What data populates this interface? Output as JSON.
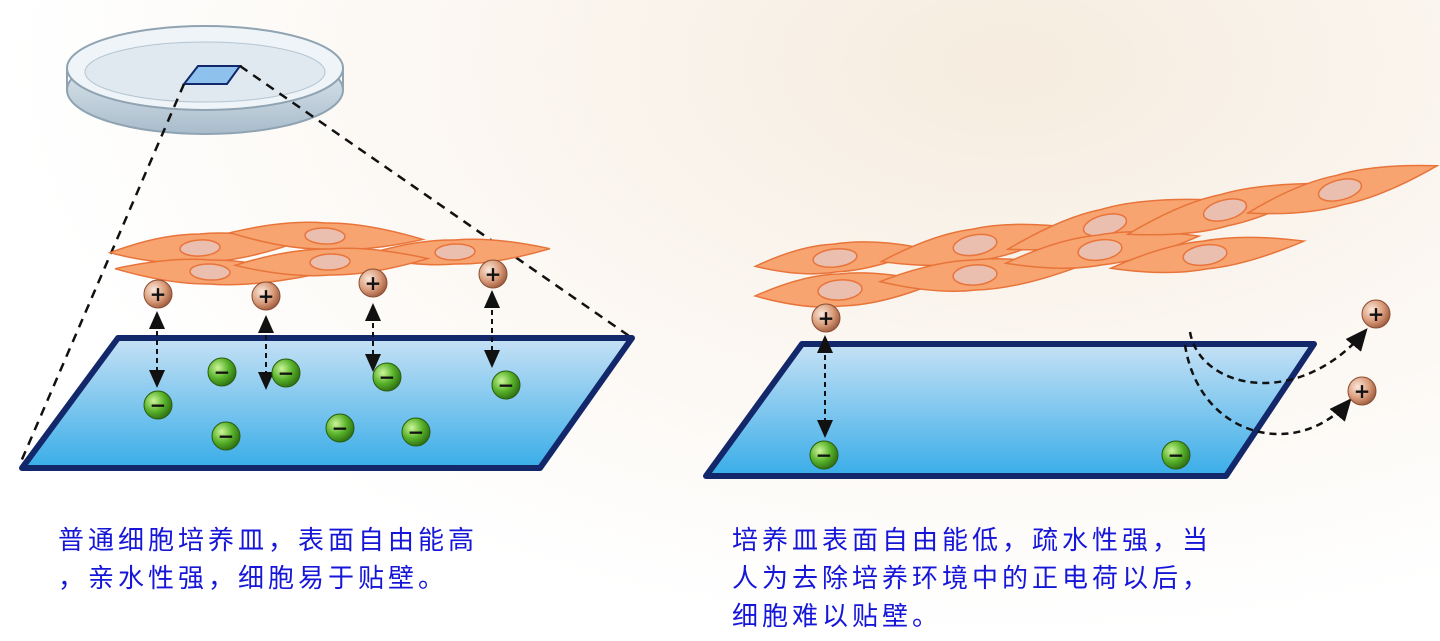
{
  "captions": {
    "left": {
      "line1": "普通细胞培养皿，表面自由能高",
      "line2": "，亲水性强，细胞易于贴壁。"
    },
    "right": {
      "line1": "培养皿表面自由能低，疏水性强，当",
      "line2": "人为去除培养环境中的正电荷以后，",
      "line3": "细胞难以贴壁。"
    }
  },
  "symbols": {
    "plus": "+",
    "minus": "−"
  },
  "colors": {
    "plate_border": "#12286b",
    "plate_fill_top": "#bcd9f2",
    "plate_fill_bottom": "#3aaee8",
    "cell_fill": "#f59a5e",
    "nucleus_fill": "#e7b8a8",
    "positive_charge": "#c98a6a",
    "negative_charge": "#3f9a1e",
    "caption_text": "#1616d8"
  }
}
